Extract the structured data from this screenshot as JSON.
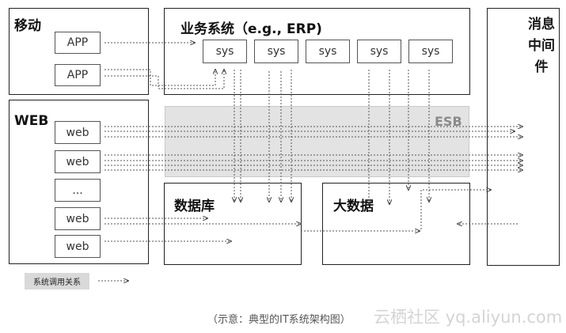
{
  "mobile": {
    "title": "移动",
    "items": [
      "APP",
      "APP"
    ]
  },
  "web": {
    "title": "WEB",
    "items": [
      "web",
      "web",
      "...",
      "web",
      "web"
    ]
  },
  "business": {
    "title": "业务系统（e.g., ERP)",
    "items": [
      "sys",
      "sys",
      "sys",
      "sys",
      "sys"
    ]
  },
  "esb": {
    "label": "ESB"
  },
  "database": {
    "title": "数据库"
  },
  "bigdata": {
    "title": "大数据"
  },
  "mq": {
    "title": "消息中间件"
  },
  "legend": {
    "label": "系统调用关系"
  },
  "caption": "（示意：典型的IT系统架构图）",
  "watermark": "云栖社区 yq.aliyun.com",
  "colors": {
    "border": "#222222",
    "esb_band": "#e3e3e3",
    "legend_bg": "#d9d9d9",
    "arrow": "#555555"
  }
}
